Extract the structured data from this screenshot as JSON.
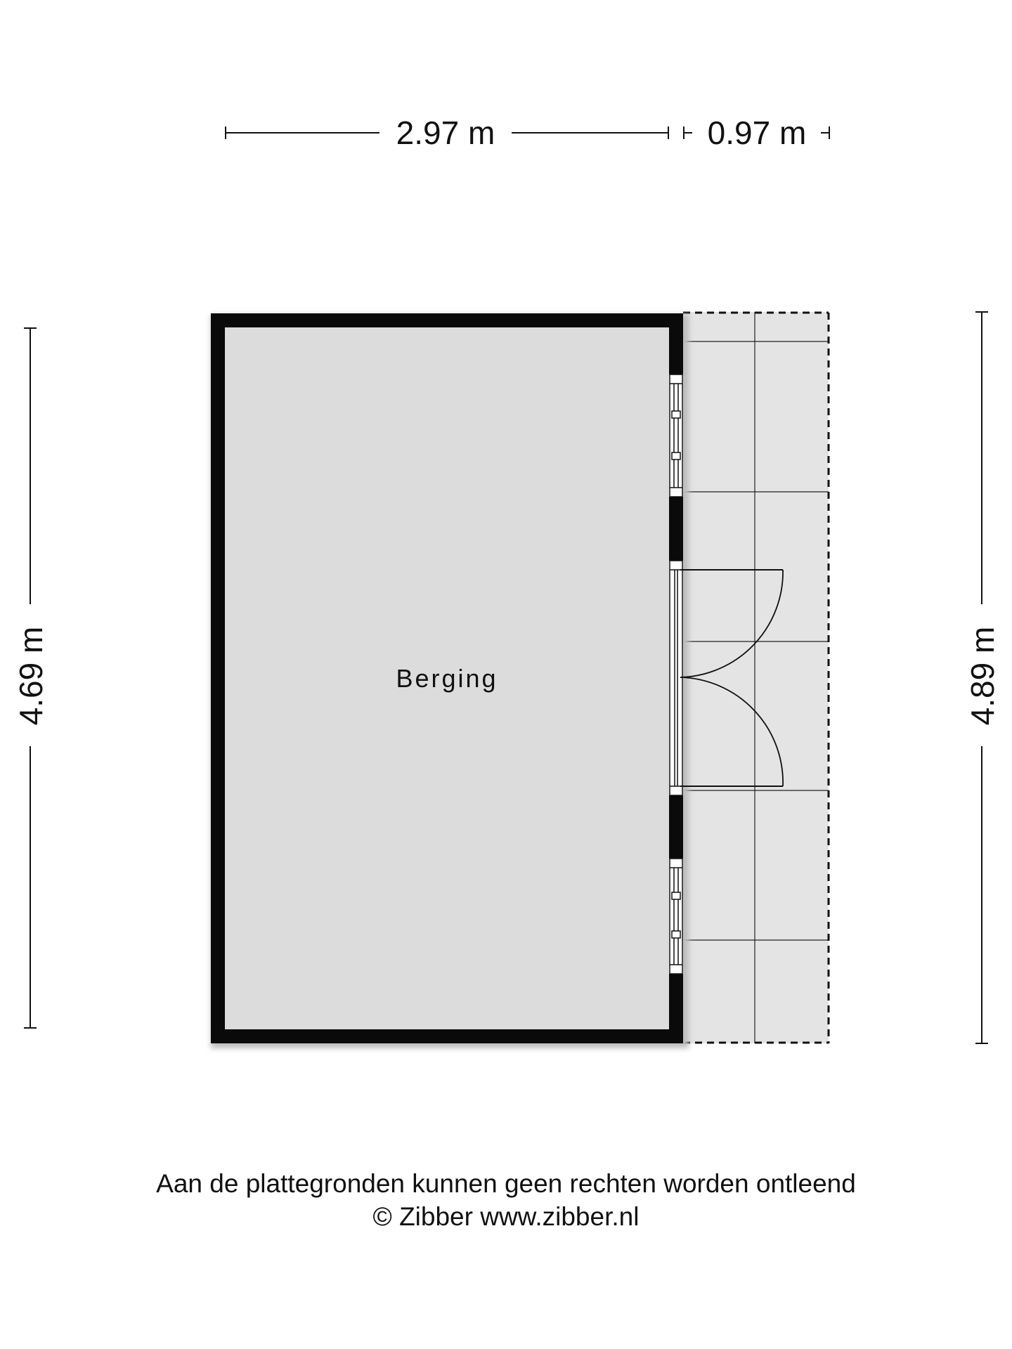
{
  "floorplan": {
    "dimensions": {
      "top_left": "2.97 m",
      "top_right": "0.97 m",
      "left": "4.69 m",
      "right": "4.89 m"
    },
    "rooms": [
      {
        "label": "Berging"
      }
    ],
    "colors": {
      "wall": "#0a0a0a",
      "room_fill": "#dcdcdc",
      "terrace_fill": "#e4e4e4",
      "line": "#111111"
    }
  },
  "footer": {
    "disclaimer": "Aan de plattegronden kunnen geen rechten worden ontleend",
    "copyright": "© Zibber www.zibber.nl"
  }
}
